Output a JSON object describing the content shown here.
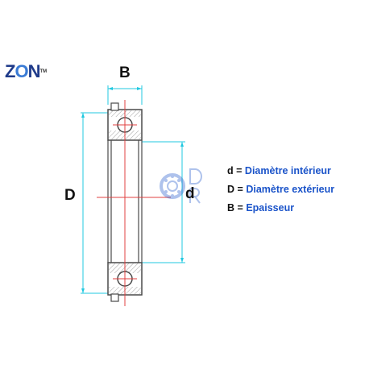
{
  "brand": {
    "logo_text": "ZON",
    "trademark": "TM"
  },
  "labels": {
    "B": "B",
    "D": "D",
    "d": "d"
  },
  "legend": [
    {
      "symbol": "d",
      "separator": "=",
      "description": "Diamètre intérieur"
    },
    {
      "symbol": "D",
      "separator": "=",
      "description": "Diamètre extérieur"
    },
    {
      "symbol": "B",
      "separator": "=",
      "description": "Epaisseur"
    }
  ],
  "colors": {
    "outline": "#4a4a4a",
    "dimension": "#20c8e0",
    "centerline": "#e04040",
    "legend_text": "#1a53c9",
    "logo": "#1f3b8a"
  }
}
